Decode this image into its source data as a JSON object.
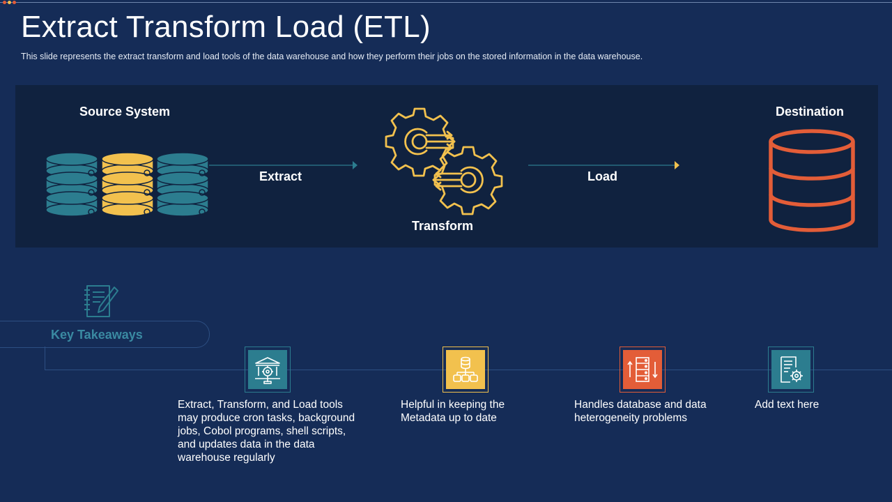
{
  "slide": {
    "title": "Extract Transform Load (ETL)",
    "subtitle": "This slide represents the extract transform and load tools of the data warehouse  and how they perform  their jobs on the stored information  in the data warehouse."
  },
  "flow": {
    "source_label": "Source System",
    "extract_label": "Extract",
    "transform_label": "Transform",
    "load_label": "Load",
    "destination_label": "Destination"
  },
  "takeaways": {
    "heading": "Key Takeaways",
    "items": [
      {
        "text": "Extract, Transform, and Load tools may produce cron tasks, background jobs, Cobol programs, shell scripts, and updates data in the data warehouse regularly",
        "icon": "bank-gear-icon",
        "color": "#2c7d8f"
      },
      {
        "text": "Helpful in keeping the Metadata up to date",
        "icon": "database-network-icon",
        "color": "#f2c14e"
      },
      {
        "text": "Handles database and data heterogeneity problems",
        "icon": "server-transfer-icon",
        "color": "#e35d38"
      },
      {
        "text": "Add text here",
        "icon": "document-settings-icon",
        "color": "#2c7d8f"
      }
    ]
  },
  "colors": {
    "background": "#152c57",
    "panel": "#10223f",
    "teal": "#2c7d8f",
    "yellow": "#f2c14e",
    "orange": "#e35d38"
  }
}
